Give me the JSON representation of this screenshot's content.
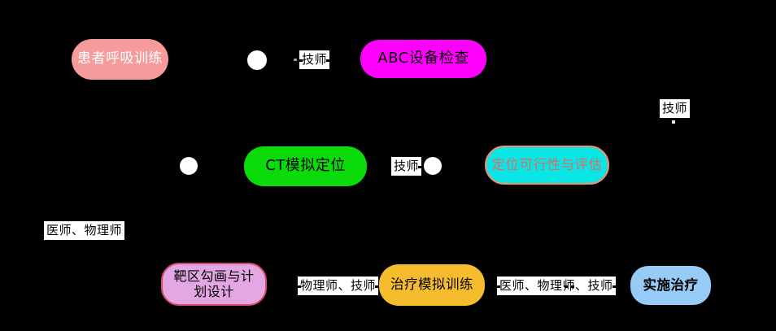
{
  "diagram": {
    "type": "flowchart",
    "background": "#000000",
    "connector_color": "#FFFFFF",
    "label_bg": "#FFFFFF",
    "label_text_color": "#000000",
    "nodes": [
      {
        "id": "patient-breathing-training",
        "label": "患者呼吸训练",
        "fill": "#F69B9B",
        "border": "#F69B9B",
        "text_color": "#FFFFFF"
      },
      {
        "id": "abc-device-check",
        "label": "ABC设备检查",
        "fill": "#FF00FF",
        "border": "#FF00FF",
        "text_color": "#000000"
      },
      {
        "id": "ct-simulation-positioning",
        "label": "CT模拟定位",
        "fill": "#0BDB0B",
        "border": "#0BDB0B",
        "text_color": "#000000"
      },
      {
        "id": "positioning-feasibility-evaluation",
        "label": "定位可行性与评估",
        "fill": "#0AE5E5",
        "border": "#F0926E",
        "text_color": "#DD6E64"
      },
      {
        "id": "target-delineation-plan-design",
        "label": "靶区勾画与计划设计",
        "lines": [
          "靶区勾画与计",
          "划设计"
        ],
        "fill": "#E3A7E3",
        "border": "#D84A6B",
        "text_color": "#000000"
      },
      {
        "id": "treatment-simulation-training",
        "label": "治疗模拟训练",
        "fill": "#F5BD2E",
        "border": "#F5BD2E",
        "text_color": "#000000"
      },
      {
        "id": "implement-treatment",
        "label": "实施治疗",
        "fill": "#97CBF7",
        "border": "#97CBF7",
        "text_color": "#000000",
        "bold": true
      }
    ],
    "edge_labels": [
      {
        "id": "technician-top",
        "text": "技师"
      },
      {
        "id": "technician-right",
        "text": "技师"
      },
      {
        "id": "technician-middle",
        "text": "技师"
      },
      {
        "id": "physician-physicist",
        "text": "医师、物理师"
      },
      {
        "id": "physicist-technician",
        "text": "物理师、技师"
      },
      {
        "id": "physician-physicist-technician",
        "text": "医师、物理师、技师"
      }
    ]
  }
}
